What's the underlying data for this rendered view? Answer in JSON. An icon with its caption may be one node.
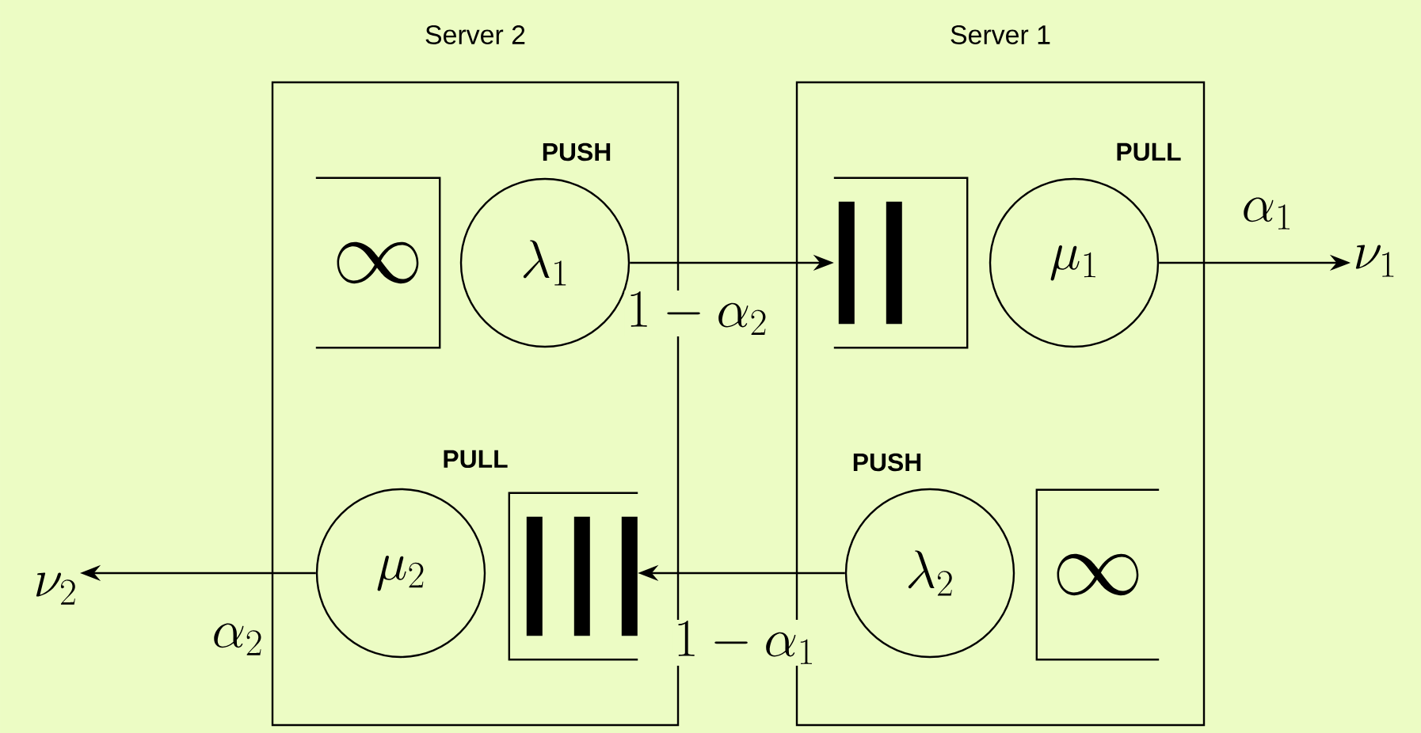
{
  "diagram": {
    "nodes": [
      {
        "text": [
          "Server 2"
        ]
      },
      {
        "text": [
          "Server 1"
        ]
      },
      {
        "text": [
          "\\infty"
        ],
        "in": 0
      },
      {
        "text": [
          "\\lambda_1"
        ],
        "in": 0,
        "beside": [
          "PUSH"
        ]
      },
      {
        "text": [],
        "shape": "box",
        "in": 1
      },
      {
        "text": [
          "\\mu_1"
        ],
        "in": 1,
        "beside": [
          "PULL"
        ]
      },
      {
        "text": [
          "\\nu_1"
        ]
      },
      {
        "text": [
          "\\mu_2"
        ],
        "in": 0,
        "beside": [
          "PULL"
        ]
      },
      {
        "text": [],
        "shape": "box",
        "in": 0
      },
      {
        "text": [
          "\\lambda_2"
        ],
        "in": 1,
        "beside": [
          "PUSH"
        ]
      },
      {
        "text": [
          "\\infty"
        ],
        "in": 1
      },
      {
        "text": [
          "\\nu_2"
        ]
      }
    ],
    "edges": [
      {
        "from": 3,
        "to": 4,
        "arrow": "to",
        "label": "1-\\alpha_2"
      },
      {
        "from": 5,
        "to": 6,
        "arrow": "to",
        "label": "\\alpha_1"
      },
      {
        "from": 9,
        "to": 8,
        "arrow": "to",
        "label": "1-\\alpha_1"
      },
      {
        "from": 7,
        "to": 11,
        "arrow": "to",
        "label": "\\alpha_2"
      }
    ]
  }
}
